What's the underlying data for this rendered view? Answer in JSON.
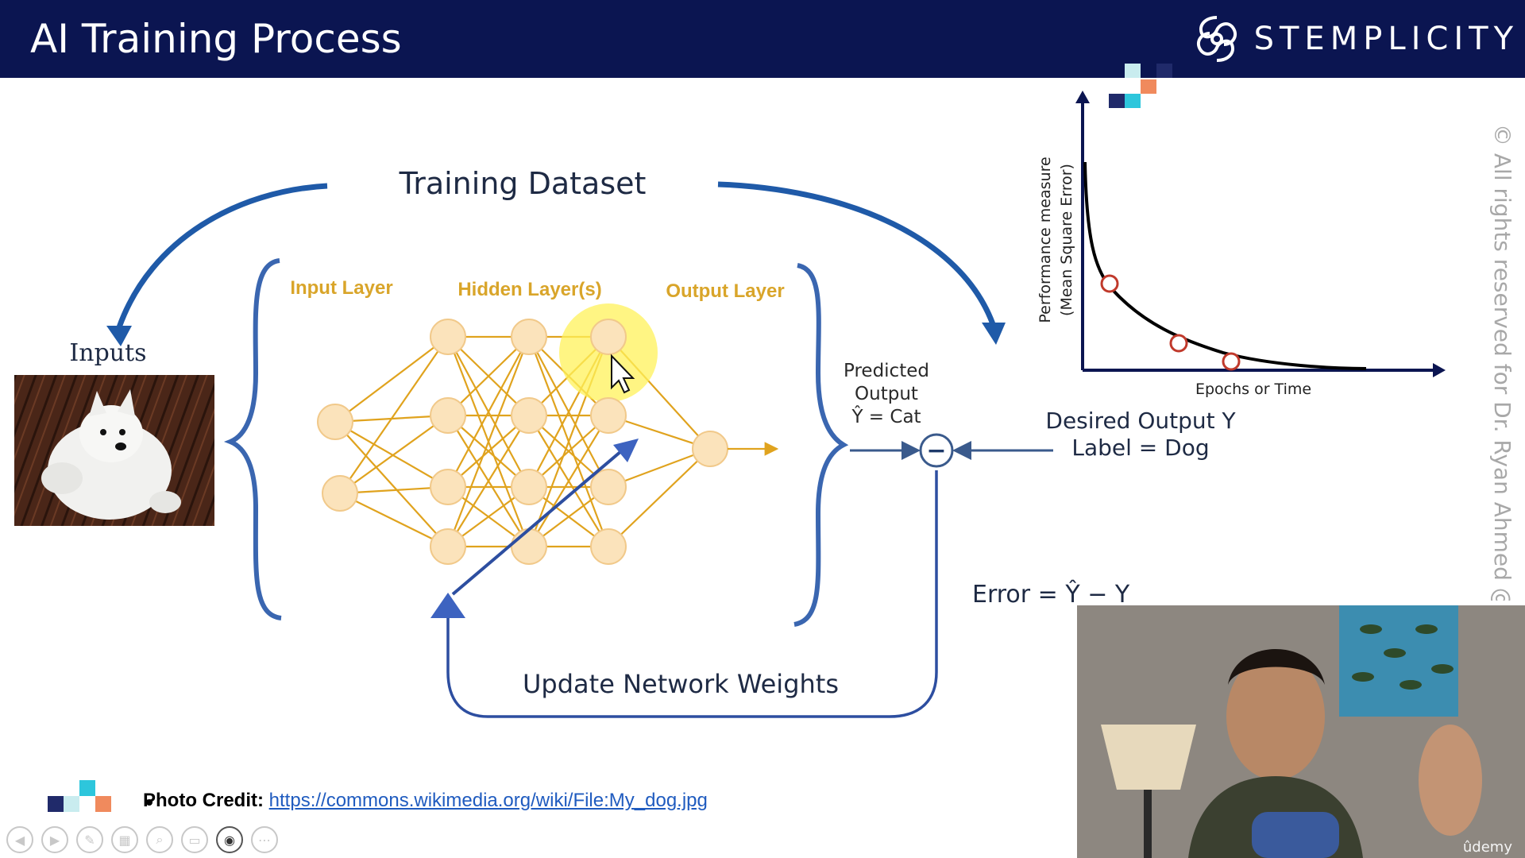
{
  "header": {
    "title": "AI Training Process",
    "brand": "STEMPLICITY"
  },
  "watermark": "© All rights reserved for Dr. Ryan Ahmed @Ste",
  "diagram": {
    "training_dataset": "Training Dataset",
    "inputs": "Inputs",
    "input_layer": "Input Layer",
    "hidden_layers": "Hidden Layer(s)",
    "output_layer": "Output Layer",
    "predicted_output_1": "Predicted",
    "predicted_output_2": "Output",
    "predicted_value": "Ŷ = Cat",
    "desired_output": "Desired Output Y",
    "label": "Label = Dog",
    "error": "Error = Ŷ − Y",
    "update_weights": "Update Network Weights",
    "minus_symbol": "−"
  },
  "chart": {
    "ylabel_line1": "Performance measure",
    "ylabel_line2": "(Mean Square Error)",
    "xlabel": "Epochs or Time"
  },
  "credit": {
    "prefix": "Photo Credit:",
    "url": "https://commons.wikimedia.org/wiki/File:My_dog.jpg"
  },
  "toolbar": {
    "buttons": [
      "previous-slide",
      "next-slide",
      "pen",
      "slides",
      "zoom",
      "subtitles",
      "camera",
      "more"
    ]
  },
  "webcam": {
    "brand": "ûdemy"
  },
  "colors": {
    "header_bg": "#0b1551",
    "arrow_blue": "#1f5aa8",
    "network_gold": "#e0a31e",
    "node_fill": "#fbe3bb",
    "highlight": "#fff15a"
  }
}
